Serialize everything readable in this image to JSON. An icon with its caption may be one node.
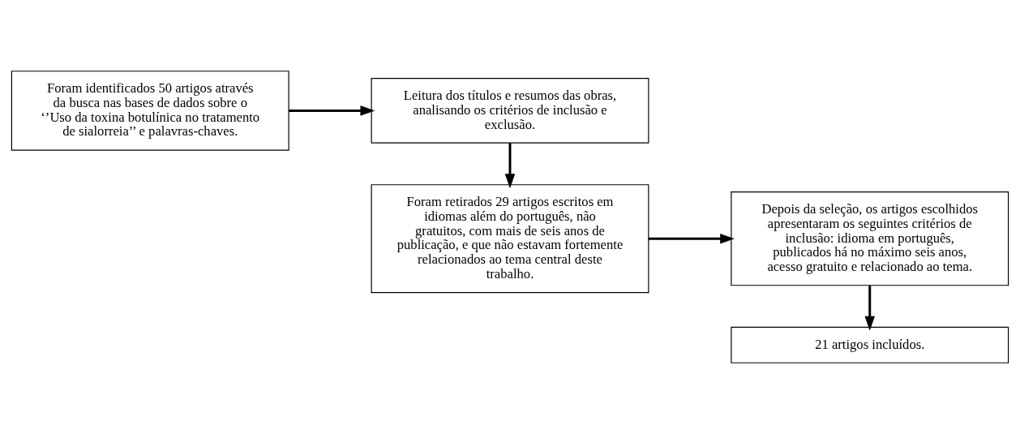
{
  "diagram": {
    "nodes": [
      {
        "text": [
          "Foram identificados 50 artigos através da busca nas bases de dados sobre o ‘’Uso da toxina botulínica no tratamento de sialorreia’’ e palavras-chaves."
        ]
      },
      {
        "text": [
          "Leitura dos títulos e resumos das obras, analisando os critérios de inclusão e exclusão."
        ]
      },
      {
        "text": [
          "Foram retirados 29 artigos escritos em idiomas além do português, não gratuitos, com mais de seis anos de publicação, e que não estavam fortemente relacionados ao tema central deste trabalho."
        ]
      },
      {
        "text": [
          "Depois da seleção, os artigos escolhidos apresentaram os seguintes critérios de inclusão: idioma em português, publicados há no máximo seis anos, acesso gratuito e relacionado ao tema."
        ]
      },
      {
        "text": [
          "21 artigos incluídos."
        ]
      }
    ],
    "edges": [
      {
        "from": 0,
        "to": 1,
        "arrow": "to"
      },
      {
        "from": 1,
        "to": 2,
        "arrow": "to"
      },
      {
        "from": 2,
        "to": 3,
        "arrow": "to"
      },
      {
        "from": 3,
        "to": 4,
        "arrow": "to"
      }
    ]
  }
}
